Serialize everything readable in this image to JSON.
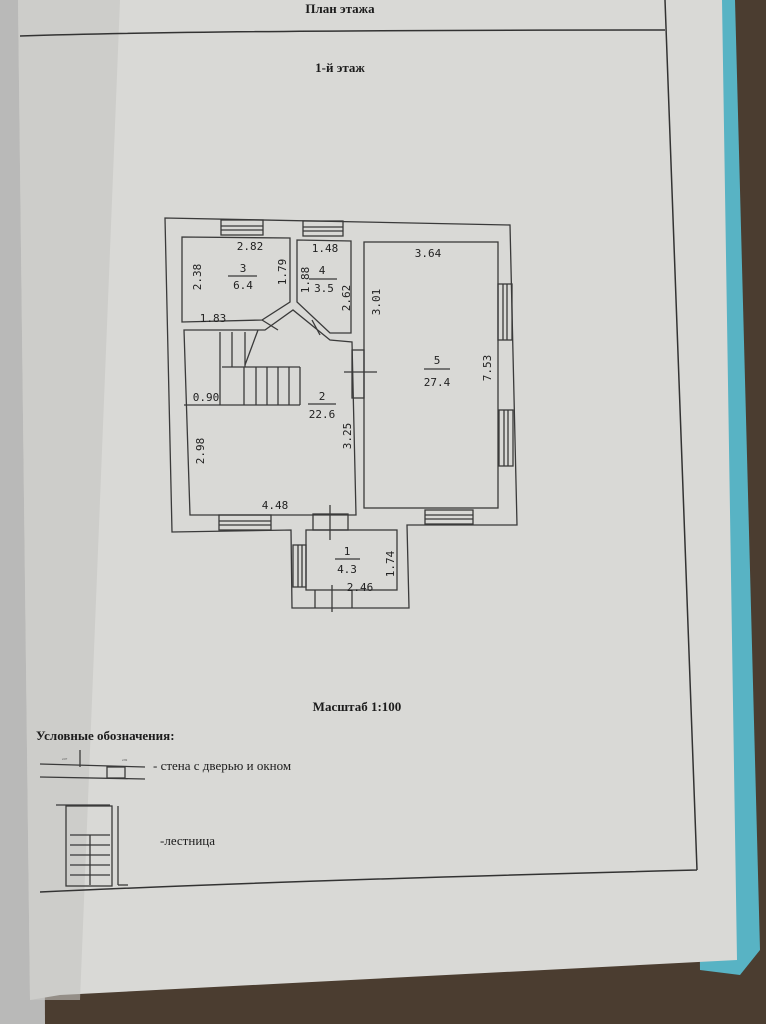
{
  "header": {
    "title": "План этажа",
    "floor": "1-й этаж"
  },
  "plan": {
    "rooms": [
      {
        "number": "1",
        "area": "4.3"
      },
      {
        "number": "2",
        "area": "22.6"
      },
      {
        "number": "3",
        "area": "6.4"
      },
      {
        "number": "4",
        "area": "3.5"
      },
      {
        "number": "5",
        "area": "27.4"
      }
    ],
    "dims": {
      "r3_top": "2.82",
      "r3_left": "2.38",
      "r3_right": "1.79",
      "r3_bottom": "1.83",
      "r4_top": "1.48",
      "r4_left": "1.88",
      "r4_right": "2.62",
      "r5_top": "3.64",
      "r5_left": "3.01",
      "r5_right": "7.53",
      "r2_stair": "0.90",
      "r2_right": "3.25",
      "r2_left": "2.98",
      "r2_bottom": "4.48",
      "r1_right": "1.74",
      "r1_bottom": "2.46"
    }
  },
  "scale": "Масштаб 1:100",
  "legend": {
    "title": "Условные обозначения:",
    "items": [
      {
        "label": "- стена с дверью и окном",
        "mini_a": "2.07",
        "mini_b": "2.82"
      },
      {
        "label": "-лестница"
      }
    ]
  },
  "colors": {
    "paper": "#d9d9d6",
    "folder": "#58b3c4",
    "wood": "#4b3d30"
  }
}
